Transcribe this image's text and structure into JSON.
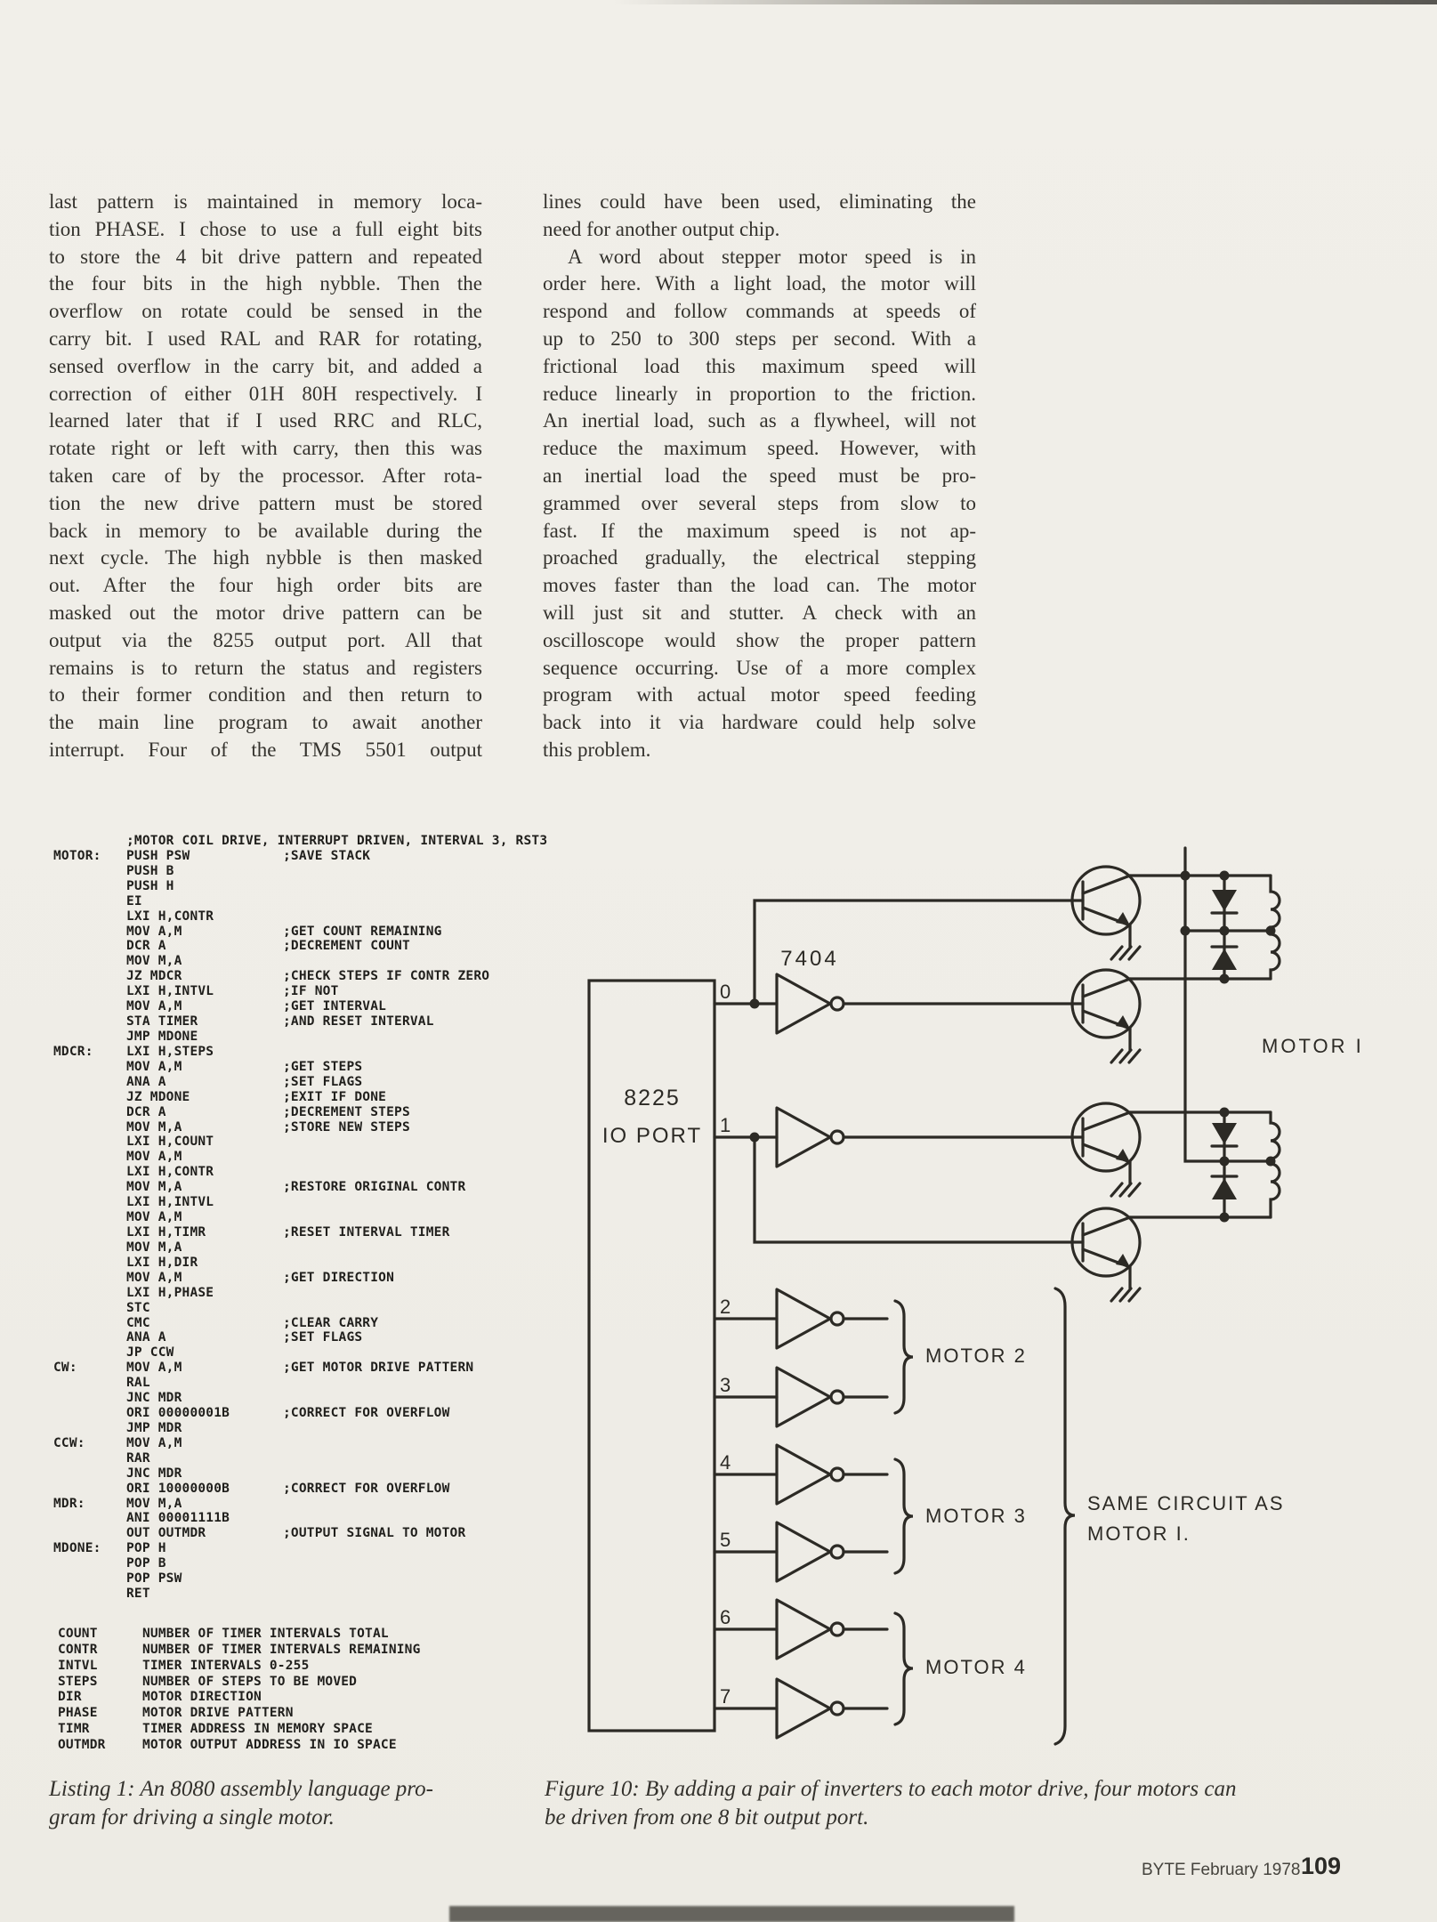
{
  "page": {
    "footer_text": "BYTE February 1978",
    "footer_page": "109",
    "bg": "#f0eee9",
    "ink": "#2c2a25"
  },
  "article": {
    "left_lines": [
      "last pattern is maintained in memory loca-",
      "tion PHASE. I chose to use a full eight bits",
      "to store the 4 bit drive pattern and repeated",
      "the four bits in the high nybble. Then the",
      "overflow on rotate could be sensed in the",
      "carry bit. I used RAL and RAR for rotating,",
      "sensed overflow in the carry bit, and added a",
      "correction of either 01H 80H respectively. I",
      "learned later that if I used RRC and RLC,",
      "rotate right or left with carry, then this was",
      "taken care of by the processor. After rota-",
      "tion the new drive pattern must be stored",
      "back in memory to be available during the",
      "next cycle. The high nybble is then masked",
      "out. After the four high order bits are",
      "masked out the motor drive pattern can be",
      "output via the 8255 output port. All that",
      "remains is to return the status and registers",
      "to their former condition and then return to",
      "the main line program to await another",
      "interrupt. Four of the TMS 5501 output"
    ],
    "right_lines": [
      "lines could have been used, eliminating the",
      "need for another output chip.",
      "A word about stepper motor speed is in",
      "order here. With a light load, the motor will",
      "respond and follow commands at speeds of",
      "up to 250 to 300 steps per second. With a",
      "frictional load this maximum speed will",
      "reduce linearly in proportion to the friction.",
      "An inertial load, such as a flywheel, will not",
      "reduce the maximum speed. However, with",
      "an inertial load the speed must be pro-",
      "grammed over several steps from slow to",
      "fast. If the maximum speed is not ap-",
      "proached gradually, the electrical stepping",
      "moves faster than the load can. The motor",
      "will just sit and stutter. A check with an",
      "oscilloscope would show the proper pattern",
      "sequence occurring. Use of a more complex",
      "program with actual motor speed feeding",
      "back into it via hardware could help solve",
      "this problem."
    ],
    "right_flush": [
      1,
      20
    ],
    "right_indent": [
      2
    ]
  },
  "listing": {
    "caption": [
      "Listing 1: An 8080 assembly language pro-",
      "gram for driving a single motor."
    ],
    "code": [
      {
        "o": ";MOTOR COIL DRIVE, INTERRUPT DRIVEN, INTERVAL 3, RST3"
      },
      {
        "l": "MOTOR:",
        "o": "PUSH PSW",
        "c": ";SAVE STACK"
      },
      {
        "o": "PUSH B"
      },
      {
        "o": "PUSH H"
      },
      {
        "o": "EI"
      },
      {
        "o": "LXI H,CONTR"
      },
      {
        "o": "MOV A,M",
        "c": ";GET COUNT REMAINING"
      },
      {
        "o": "DCR A",
        "c": ";DECREMENT COUNT"
      },
      {
        "o": "MOV M,A"
      },
      {
        "o": "JZ MDCR",
        "c": ";CHECK STEPS IF CONTR ZERO"
      },
      {
        "o": "LXI H,INTVL",
        "c": ";IF NOT"
      },
      {
        "o": "MOV A,M",
        "c": ";GET INTERVAL"
      },
      {
        "o": "STA TIMER",
        "c": ";AND RESET INTERVAL"
      },
      {
        "o": "JMP MDONE"
      },
      {
        "l": "MDCR:",
        "o": "LXI H,STEPS"
      },
      {
        "o": "MOV A,M",
        "c": ";GET STEPS"
      },
      {
        "o": "ANA A",
        "c": ";SET FLAGS"
      },
      {
        "o": "JZ MDONE",
        "c": ";EXIT IF DONE"
      },
      {
        "o": "DCR A",
        "c": ";DECREMENT STEPS"
      },
      {
        "o": "MOV M,A",
        "c": ";STORE NEW STEPS"
      },
      {
        "o": "LXI H,COUNT"
      },
      {
        "o": "MOV A,M"
      },
      {
        "o": "LXI H,CONTR"
      },
      {
        "o": "MOV M,A",
        "c": ";RESTORE ORIGINAL CONTR"
      },
      {
        "o": "LXI H,INTVL"
      },
      {
        "o": "MOV A,M"
      },
      {
        "o": "LXI H,TIMR",
        "c": ";RESET INTERVAL TIMER"
      },
      {
        "o": "MOV M,A"
      },
      {
        "o": "LXI H,DIR"
      },
      {
        "o": "MOV A,M",
        "c": ";GET DIRECTION"
      },
      {
        "o": "LXI H,PHASE"
      },
      {
        "o": "STC"
      },
      {
        "o": "CMC",
        "c": ";CLEAR CARRY"
      },
      {
        "o": "ANA A",
        "c": ";SET FLAGS"
      },
      {
        "o": "JP CCW"
      },
      {
        "l": "CW:",
        "o": "MOV A,M",
        "c": ";GET MOTOR DRIVE PATTERN"
      },
      {
        "o": "RAL"
      },
      {
        "o": "JNC MDR"
      },
      {
        "o": "ORI 00000001B",
        "c": ";CORRECT FOR OVERFLOW"
      },
      {
        "o": "JMP MDR"
      },
      {
        "l": "CCW:",
        "o": "MOV A,M"
      },
      {
        "o": "RAR"
      },
      {
        "o": "JNC MDR"
      },
      {
        "o": "ORI 10000000B",
        "c": ";CORRECT FOR OVERFLOW"
      },
      {
        "l": "MDR:",
        "o": "MOV M,A"
      },
      {
        "o": "ANI 00001111B"
      },
      {
        "o": "OUT OUTMDR",
        "c": ";OUTPUT SIGNAL TO MOTOR"
      },
      {
        "l": "MDONE:",
        "o": "POP H"
      },
      {
        "o": "POP B"
      },
      {
        "o": "POP PSW"
      },
      {
        "o": "RET"
      }
    ],
    "symbols": [
      {
        "n": "COUNT",
        "d": "NUMBER OF TIMER INTERVALS TOTAL"
      },
      {
        "n": "CONTR",
        "d": "NUMBER OF TIMER INTERVALS REMAINING"
      },
      {
        "n": "INTVL",
        "d": "TIMER INTERVALS 0-255"
      },
      {
        "n": "STEPS",
        "d": "NUMBER OF STEPS TO BE MOVED"
      },
      {
        "n": "DIR",
        "d": "MOTOR DIRECTION"
      },
      {
        "n": "PHASE",
        "d": "MOTOR DRIVE PATTERN"
      },
      {
        "n": "TIMR",
        "d": "TIMER ADDRESS IN MEMORY SPACE"
      },
      {
        "n": "OUTMDR",
        "d": "MOTOR OUTPUT ADDRESS IN IO SPACE"
      }
    ]
  },
  "figure": {
    "caption": [
      "Figure 10: By adding a pair of inverters to each motor drive, four motors can",
      "be driven from one 8 bit output port."
    ],
    "chip_line1": "8225",
    "chip_line2": "IO PORT",
    "inverter_chip": "7404",
    "pins": [
      "0",
      "1",
      "2",
      "3",
      "4",
      "5",
      "6",
      "7"
    ],
    "motor1_label": "MOTOR I",
    "motor2_label": "MOTOR 2",
    "motor3_label": "MOTOR 3",
    "motor4_label": "MOTOR 4",
    "same_circuit_line1": "SAME CIRCUIT AS",
    "same_circuit_line2": "MOTOR I."
  }
}
